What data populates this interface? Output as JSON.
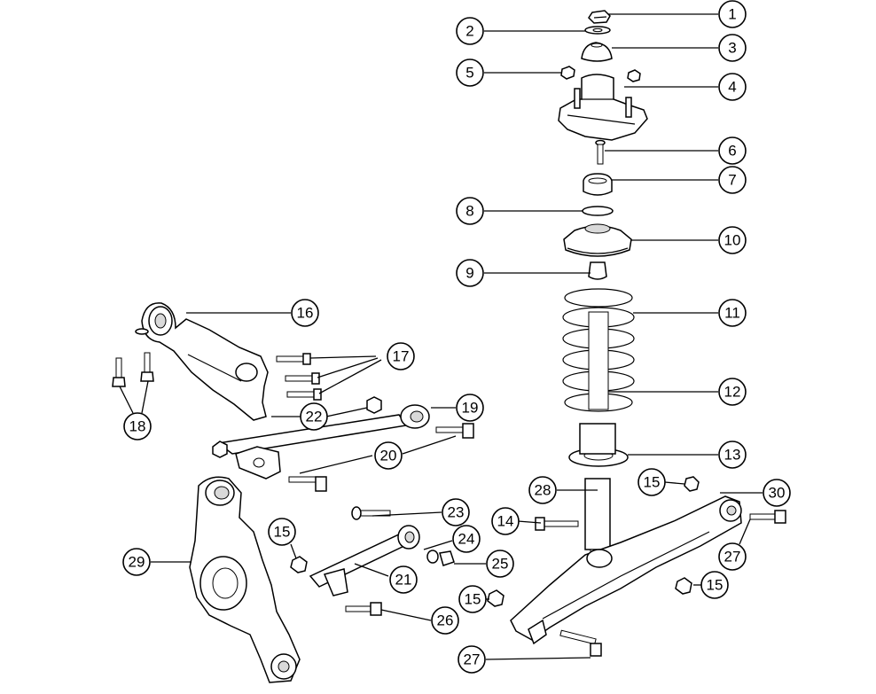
{
  "callouts": [
    {
      "id": "c1",
      "label": "1"
    },
    {
      "id": "c2",
      "label": "2"
    },
    {
      "id": "c3",
      "label": "3"
    },
    {
      "id": "c4",
      "label": "4"
    },
    {
      "id": "c5",
      "label": "5"
    },
    {
      "id": "c6",
      "label": "6"
    },
    {
      "id": "c7",
      "label": "7"
    },
    {
      "id": "c8",
      "label": "8"
    },
    {
      "id": "c9",
      "label": "9"
    },
    {
      "id": "c10",
      "label": "10"
    },
    {
      "id": "c11",
      "label": "11"
    },
    {
      "id": "c12",
      "label": "12"
    },
    {
      "id": "c13",
      "label": "13"
    },
    {
      "id": "c14",
      "label": "14"
    },
    {
      "id": "c15a",
      "label": "15"
    },
    {
      "id": "c15b",
      "label": "15"
    },
    {
      "id": "c15c",
      "label": "15"
    },
    {
      "id": "c15d",
      "label": "15"
    },
    {
      "id": "c16",
      "label": "16"
    },
    {
      "id": "c17",
      "label": "17"
    },
    {
      "id": "c18",
      "label": "18"
    },
    {
      "id": "c19",
      "label": "19"
    },
    {
      "id": "c20",
      "label": "20"
    },
    {
      "id": "c21",
      "label": "21"
    },
    {
      "id": "c22",
      "label": "22"
    },
    {
      "id": "c23",
      "label": "23"
    },
    {
      "id": "c24",
      "label": "24"
    },
    {
      "id": "c25",
      "label": "25"
    },
    {
      "id": "c26",
      "label": "26"
    },
    {
      "id": "c27a",
      "label": "27"
    },
    {
      "id": "c27b",
      "label": "27"
    },
    {
      "id": "c28",
      "label": "28"
    },
    {
      "id": "c29",
      "label": "29"
    },
    {
      "id": "c30",
      "label": "30"
    }
  ]
}
